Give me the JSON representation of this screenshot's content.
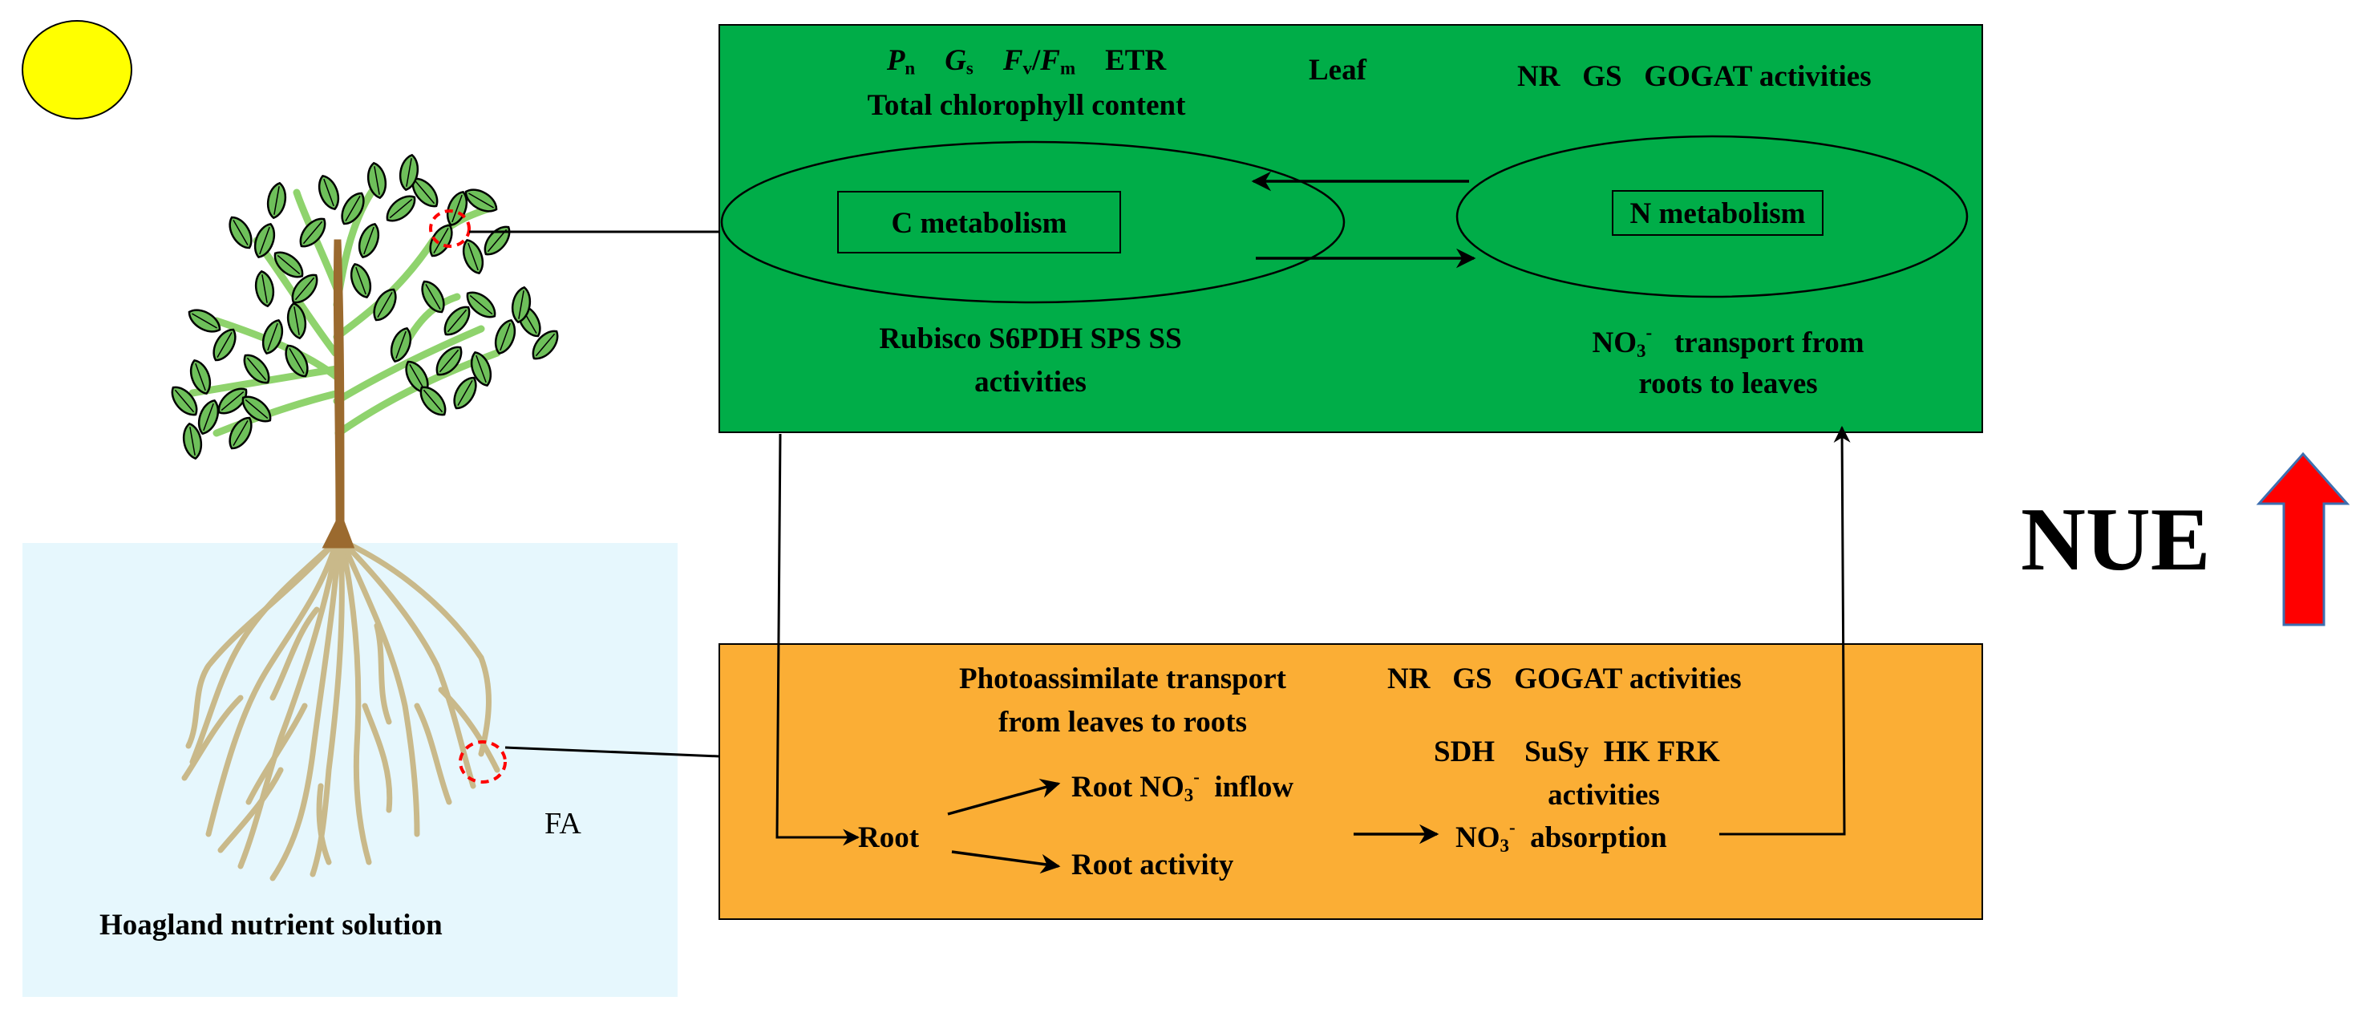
{
  "leaf_box": {
    "title": "Leaf",
    "fill": "#00ad48",
    "params": {
      "pn_sym": "P",
      "pn_sub": "n",
      "gs_sym": "G",
      "gs_sub": "s",
      "fv_sym": "F",
      "fv_sub": "v",
      "slash": "/",
      "fm_sym": "F",
      "fm_sub": "m",
      "etr": "ETR"
    },
    "chlorophyll": "Total chlorophyll content",
    "n_enzymes": "NR   GS   GOGAT activities",
    "c_metabolism": "C metabolism",
    "n_metabolism": "N metabolism",
    "c_enzymes_line1": "Rubisco S6PDH SPS SS",
    "c_enzymes_line2": "activities",
    "no3_base": "NO",
    "no3_sub": "3",
    "no3_sup": "-",
    "no3_transport_line1_rest": "transport from",
    "no3_transport_line2": "roots to leaves"
  },
  "root_box": {
    "fill": "#fbae35",
    "photo_line1": "Photoassimilate transport",
    "photo_line2": "from leaves to roots",
    "n_enzymes": "NR   GS   GOGAT activities",
    "c_enzymes_line1": "SDH    SuSy  HK FRK",
    "c_enzymes_line2": "activities",
    "root": "Root",
    "root_inflow_pre": "Root NO",
    "root_inflow_sub": "3",
    "root_inflow_sup": "-",
    "root_inflow_post": "inflow",
    "root_activity": "Root activity",
    "absorption_pre": "NO",
    "absorption_sub": "3",
    "absorption_sup": "-",
    "absorption_post": "absorption"
  },
  "solution": {
    "label": "Hoagland nutrient solution",
    "fill": "#e6f7fd"
  },
  "fa_label": "FA",
  "nue": {
    "label": "NUE",
    "arrow_color": "#ff0000",
    "arrow_outline": "#3d6fb0"
  },
  "sun_color": "#ffff00",
  "colors": {
    "leaf": "#6ec05a",
    "branch": "#8fd36d",
    "trunk": "#9b6a2f",
    "root": "#c9b98a",
    "marker": "#ff0000"
  }
}
